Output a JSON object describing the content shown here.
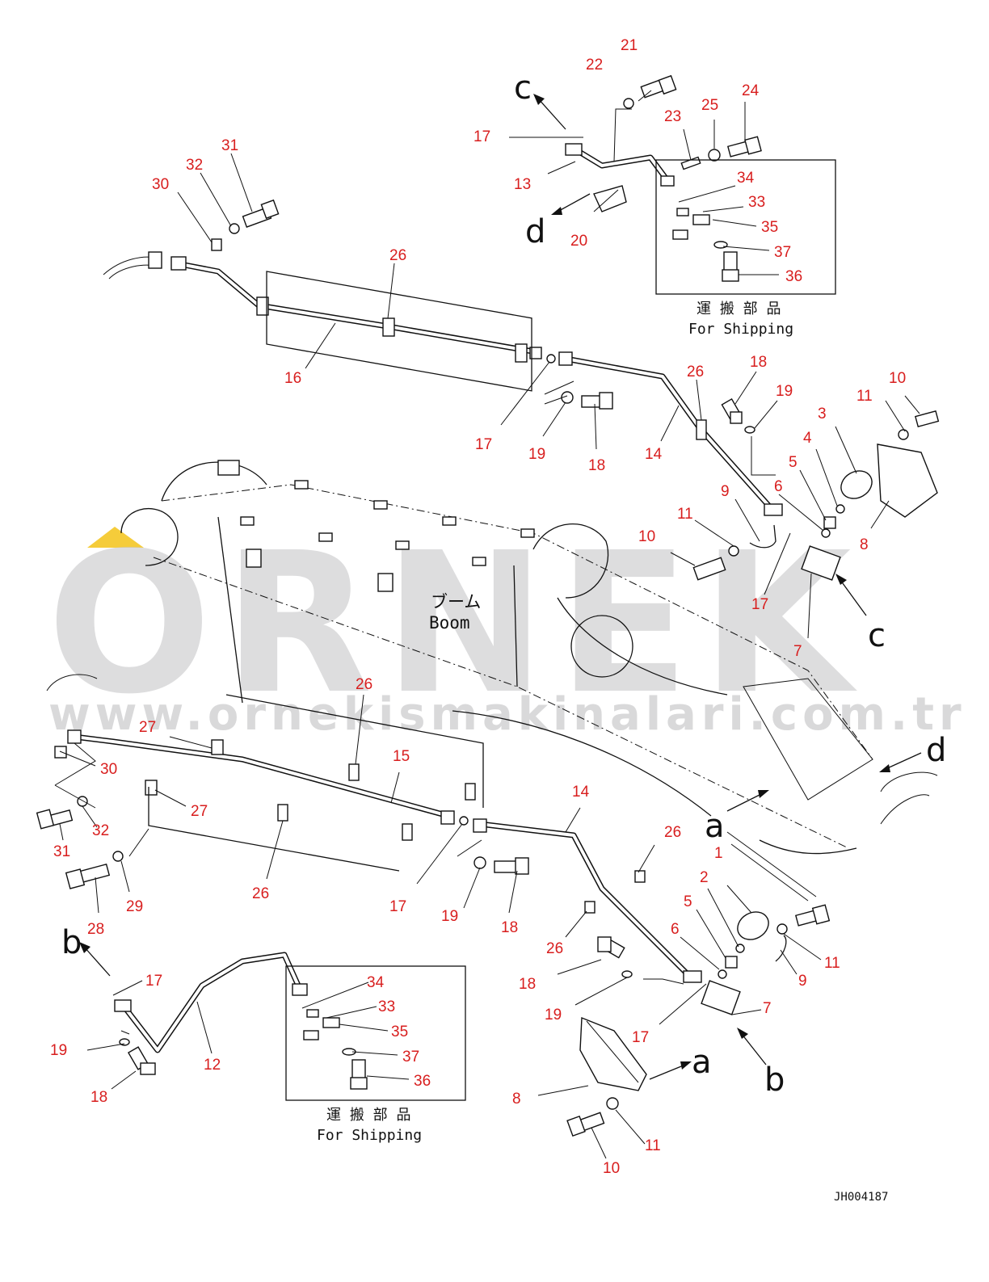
{
  "watermark": {
    "brand": "ORNEK",
    "url": "www.ornekismakinalari.com.tr",
    "accent_color": "#f5cc3a",
    "gray_color": "#c9c9cb"
  },
  "labels": {
    "upper": [
      {
        "id": "21",
        "text": "21"
      },
      {
        "id": "22",
        "text": "22"
      },
      {
        "id": "17a",
        "text": "17"
      },
      {
        "id": "23",
        "text": "23"
      },
      {
        "id": "25",
        "text": "25"
      },
      {
        "id": "24",
        "text": "24"
      },
      {
        "id": "13",
        "text": "13"
      },
      {
        "id": "20",
        "text": "20"
      },
      {
        "id": "34a",
        "text": "34"
      },
      {
        "id": "33a",
        "text": "33"
      },
      {
        "id": "35a",
        "text": "35"
      },
      {
        "id": "37a",
        "text": "37"
      },
      {
        "id": "36a",
        "text": "36"
      },
      {
        "id": "31a",
        "text": "31"
      },
      {
        "id": "32a",
        "text": "32"
      },
      {
        "id": "30a",
        "text": "30"
      },
      {
        "id": "26a",
        "text": "26"
      },
      {
        "id": "16",
        "text": "16"
      },
      {
        "id": "17b",
        "text": "17"
      },
      {
        "id": "19a",
        "text": "19"
      },
      {
        "id": "18a",
        "text": "18"
      },
      {
        "id": "14a",
        "text": "14"
      },
      {
        "id": "26b",
        "text": "26"
      },
      {
        "id": "18b",
        "text": "18"
      },
      {
        "id": "19b",
        "text": "19"
      },
      {
        "id": "10a",
        "text": "10"
      },
      {
        "id": "11a",
        "text": "11"
      },
      {
        "id": "3a",
        "text": "3"
      },
      {
        "id": "4",
        "text": "4"
      },
      {
        "id": "5a",
        "text": "5"
      },
      {
        "id": "6a",
        "text": "6"
      },
      {
        "id": "9a",
        "text": "9"
      },
      {
        "id": "11b",
        "text": "11"
      },
      {
        "id": "10b",
        "text": "10"
      },
      {
        "id": "8a",
        "text": "8"
      },
      {
        "id": "17c",
        "text": "17"
      },
      {
        "id": "7a",
        "text": "7"
      }
    ],
    "lower": [
      {
        "id": "26c",
        "text": "26"
      },
      {
        "id": "27a",
        "text": "27"
      },
      {
        "id": "15",
        "text": "15"
      },
      {
        "id": "30b",
        "text": "30"
      },
      {
        "id": "27b",
        "text": "27"
      },
      {
        "id": "32b",
        "text": "32"
      },
      {
        "id": "31b",
        "text": "31"
      },
      {
        "id": "28",
        "text": "28"
      },
      {
        "id": "29",
        "text": "29"
      },
      {
        "id": "26d",
        "text": "26"
      },
      {
        "id": "17d",
        "text": "17"
      },
      {
        "id": "14b",
        "text": "14"
      },
      {
        "id": "26e",
        "text": "26"
      },
      {
        "id": "19c",
        "text": "19"
      },
      {
        "id": "18c",
        "text": "18"
      },
      {
        "id": "26f",
        "text": "26"
      },
      {
        "id": "1",
        "text": "1"
      },
      {
        "id": "2",
        "text": "2"
      },
      {
        "id": "5b",
        "text": "5"
      },
      {
        "id": "6b",
        "text": "6"
      },
      {
        "id": "11c",
        "text": "11"
      },
      {
        "id": "9b",
        "text": "9"
      },
      {
        "id": "7b",
        "text": "7"
      },
      {
        "id": "18d",
        "text": "18"
      },
      {
        "id": "19d",
        "text": "19"
      },
      {
        "id": "17e",
        "text": "17"
      },
      {
        "id": "17f",
        "text": "17"
      },
      {
        "id": "34b",
        "text": "34"
      },
      {
        "id": "33b",
        "text": "33"
      },
      {
        "id": "35b",
        "text": "35"
      },
      {
        "id": "37b",
        "text": "37"
      },
      {
        "id": "36b",
        "text": "36"
      },
      {
        "id": "12",
        "text": "12"
      },
      {
        "id": "19e",
        "text": "19"
      },
      {
        "id": "18e",
        "text": "18"
      },
      {
        "id": "8b",
        "text": "8"
      },
      {
        "id": "11d",
        "text": "11"
      },
      {
        "id": "10c",
        "text": "10"
      }
    ]
  },
  "view_letters": {
    "c_top": "c",
    "d_top": "d",
    "c_right": "c",
    "d_right": "d",
    "a_mid": "a",
    "b_left": "b",
    "a_low": "a",
    "b_low": "b"
  },
  "notes": {
    "shipping_jp_1": "運 搬 部 品",
    "shipping_en_1": "For Shipping",
    "shipping_jp_2": "運 搬 部 品",
    "shipping_en_2": "For Shipping",
    "boom_jp": "ブーム",
    "boom_en": "Boom",
    "drawing_code": "JH004187"
  }
}
